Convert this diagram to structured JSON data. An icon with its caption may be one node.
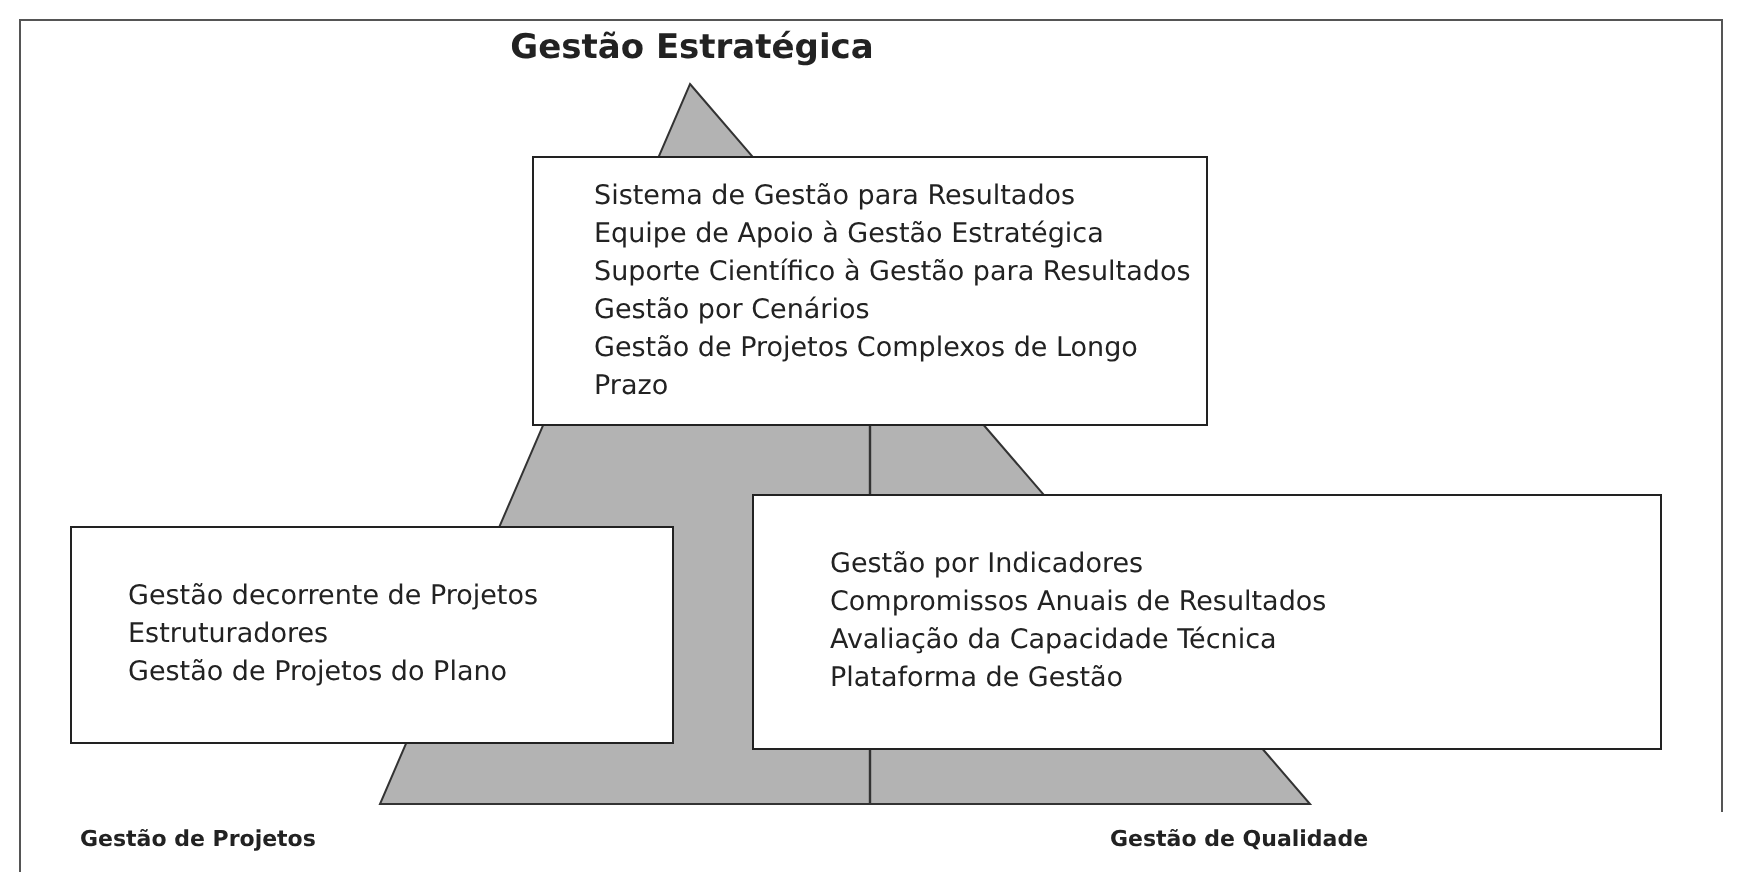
{
  "diagram": {
    "title": "Gestão Estratégica",
    "nodes": [
      {
        "text": [
          "Sistema de Gestão para Resultados",
          "Equipe de Apoio à Gestão Estratégica",
          "Suporte Científico à Gestão para Resultados",
          "Gestão por Cenários",
          "Gestão de Projetos Complexos de Longo Prazo"
        ]
      },
      {
        "text": [
          "Gestão decorrente de Projetos Estruturadores",
          "Gestão de Projetos do Plano"
        ]
      },
      {
        "text": [
          "Gestão por Indicadores",
          "Compromissos Anuais de Resultados",
          "Avaliação da Capacidade Técnica",
          "Plataforma de Gestão"
        ]
      }
    ],
    "labels": [
      "Gestão de Projetos",
      "Gestão de Qualidade"
    ]
  }
}
